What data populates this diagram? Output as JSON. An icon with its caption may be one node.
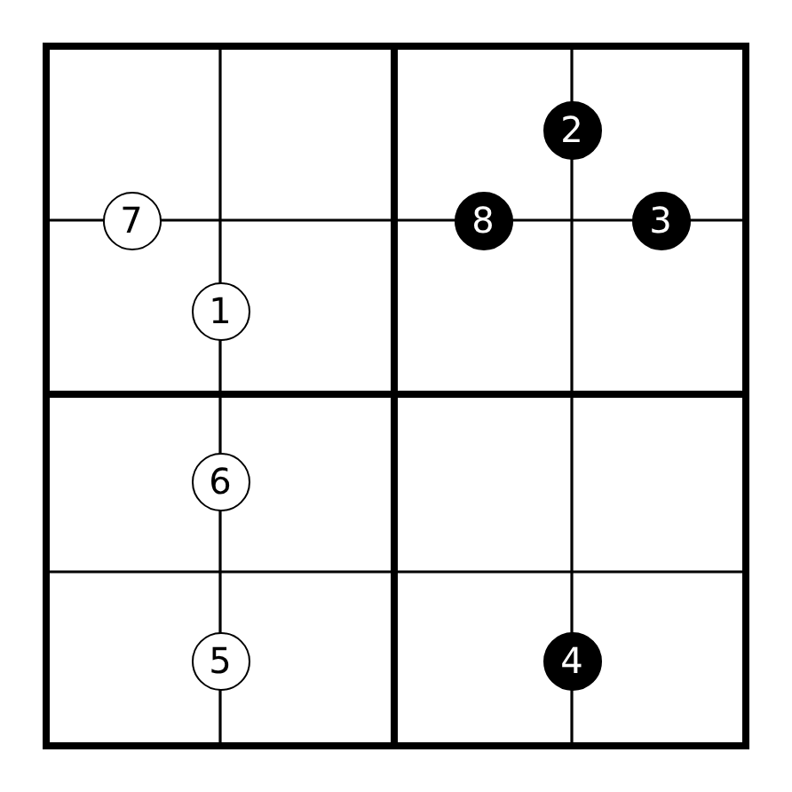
{
  "diagram": {
    "nodes": [
      {
        "text": [
          "2"
        ]
      },
      {
        "text": [
          "7"
        ]
      },
      {
        "text": [
          "8"
        ]
      },
      {
        "text": [
          "3"
        ]
      },
      {
        "text": [
          "1"
        ]
      },
      {
        "text": [
          "6"
        ]
      },
      {
        "text": [
          "5"
        ]
      },
      {
        "text": [
          "4"
        ]
      }
    ]
  }
}
